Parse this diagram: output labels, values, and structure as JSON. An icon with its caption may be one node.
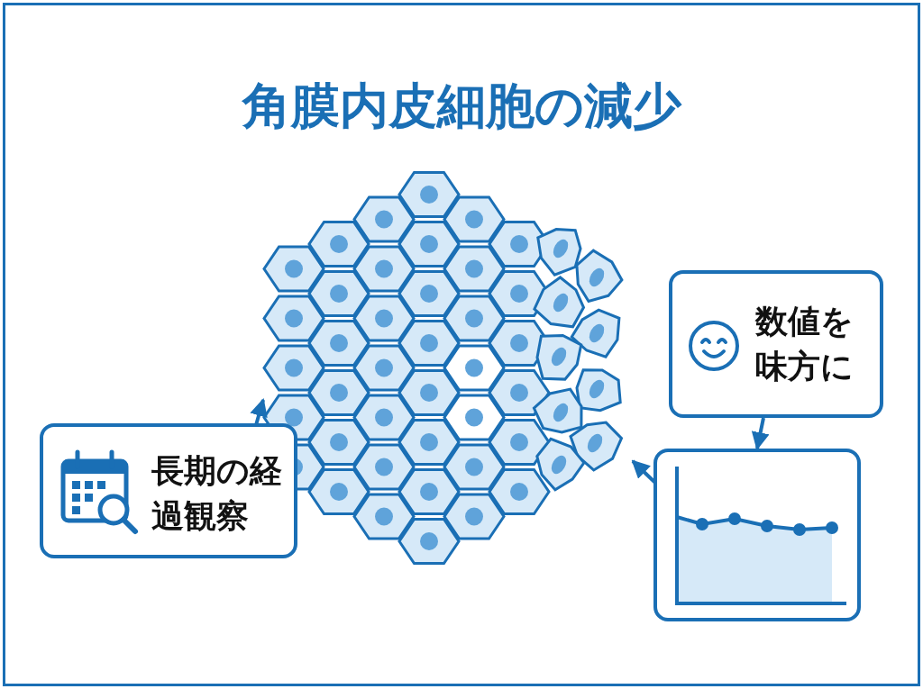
{
  "diagram": {
    "title": "角膜内皮細胞の減少",
    "nodes": [
      {
        "text": [],
        "shape": "picture"
      },
      {
        "text": [
          "長期の経過観察"
        ]
      },
      {
        "text": [
          "数値を味方に"
        ]
      },
      {
        "text": [],
        "shape": "picture"
      }
    ],
    "edges": [
      {
        "from": 1,
        "to": 0,
        "arrow": "to"
      },
      {
        "from": 2,
        "to": 3,
        "arrow": "to"
      },
      {
        "from": 3,
        "to": 0,
        "arrow": "to"
      }
    ]
  }
}
